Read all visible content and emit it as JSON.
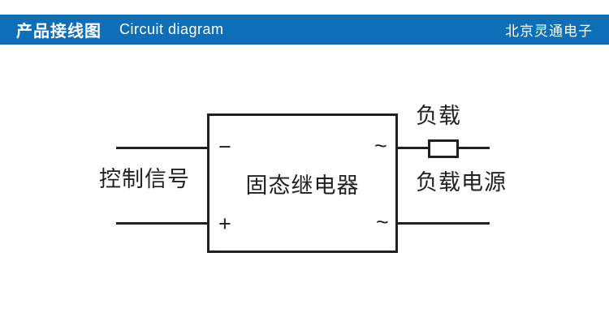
{
  "header": {
    "title_zh": "产品接线图",
    "title_en": "Circuit diagram",
    "brand": "北京灵通电子",
    "bg_color": "#0e6fb8",
    "text_color": "#ffffff"
  },
  "diagram": {
    "line_color": "#231f20",
    "control_signal_label": "控制信号",
    "relay_label": "固态继电器",
    "load_label": "负载",
    "load_power_label": "负载电源",
    "dc_minus_symbol": "−",
    "dc_plus_symbol": "+",
    "ac_symbol_top": "~",
    "ac_symbol_bottom": "~"
  }
}
